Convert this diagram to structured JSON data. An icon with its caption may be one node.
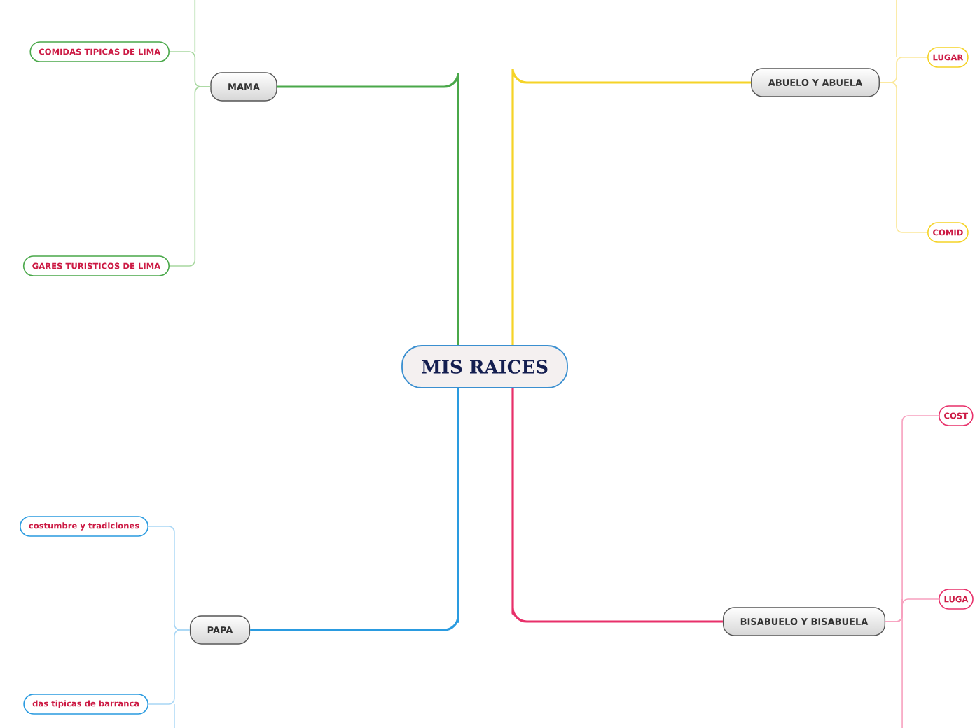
{
  "diagram": {
    "nodes": [
      {
        "text": [
          "MIS RAICES"
        ]
      },
      {
        "text": [
          "MAMA"
        ]
      },
      {
        "text": [
          "COMIDAS TIPICAS DE LIMA"
        ]
      },
      {
        "text": [
          "GARES TURISTICOS DE LIMA"
        ]
      },
      {
        "text": [
          "ABUELO Y ABUELA"
        ]
      },
      {
        "text": [
          "LUGAR"
        ]
      },
      {
        "text": [
          "COMID"
        ]
      },
      {
        "text": [
          "BISABUELO Y BISABUELA"
        ]
      },
      {
        "text": [
          "COST"
        ]
      },
      {
        "text": [
          "LUGA"
        ]
      },
      {
        "text": [
          "PAPA"
        ]
      },
      {
        "text": [
          "costumbre y tradiciones"
        ]
      },
      {
        "text": [
          "das tipicas de barranca"
        ]
      }
    ],
    "edges": [
      {
        "from": 0,
        "to": 1,
        "arrow": "none",
        "color": "#4aa84a"
      },
      {
        "from": 1,
        "to": 2,
        "arrow": "none",
        "color": "#a8d8a0"
      },
      {
        "from": 1,
        "to": 3,
        "arrow": "none",
        "color": "#a8d8a0"
      },
      {
        "from": 0,
        "to": 4,
        "arrow": "none",
        "color": "#f5d327"
      },
      {
        "from": 4,
        "to": 5,
        "arrow": "none",
        "color": "#fbe89a"
      },
      {
        "from": 4,
        "to": 6,
        "arrow": "none",
        "color": "#fbe89a"
      },
      {
        "from": 0,
        "to": 7,
        "arrow": "none",
        "color": "#e8306a"
      },
      {
        "from": 7,
        "to": 8,
        "arrow": "none",
        "color": "#f7a0be"
      },
      {
        "from": 7,
        "to": 9,
        "arrow": "none",
        "color": "#f7a0be"
      },
      {
        "from": 0,
        "to": 10,
        "arrow": "none",
        "color": "#2a9be0"
      },
      {
        "from": 10,
        "to": 11,
        "arrow": "none",
        "color": "#a8d6f5"
      },
      {
        "from": 10,
        "to": 12,
        "arrow": "none",
        "color": "#a8d6f5"
      }
    ]
  }
}
